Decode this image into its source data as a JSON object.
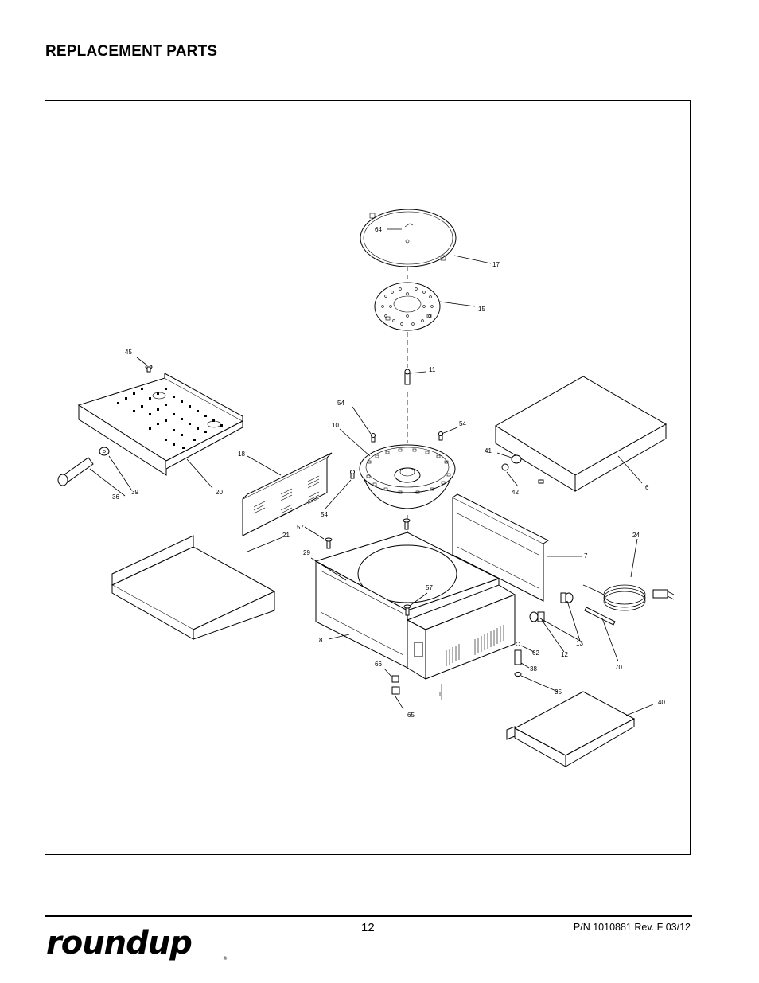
{
  "page": {
    "title": "REPLACEMENT PARTS",
    "page_number": "12",
    "part_number": "P/N 1010881 Rev. F 03/12",
    "brand": "roundup"
  },
  "callouts": [
    {
      "id": "c64",
      "label": "64"
    },
    {
      "id": "c17",
      "label": "17"
    },
    {
      "id": "c15",
      "label": "15"
    },
    {
      "id": "c45",
      "label": "45"
    },
    {
      "id": "c11",
      "label": "11"
    },
    {
      "id": "c54a",
      "label": "54"
    },
    {
      "id": "c10",
      "label": "10"
    },
    {
      "id": "c54b",
      "label": "54"
    },
    {
      "id": "c41",
      "label": "41"
    },
    {
      "id": "c18",
      "label": "18"
    },
    {
      "id": "c36",
      "label": "36"
    },
    {
      "id": "c39",
      "label": "39"
    },
    {
      "id": "c20",
      "label": "20"
    },
    {
      "id": "c42",
      "label": "42"
    },
    {
      "id": "c6",
      "label": "6"
    },
    {
      "id": "c54c",
      "label": "54"
    },
    {
      "id": "c57a",
      "label": "57"
    },
    {
      "id": "c21",
      "label": "21"
    },
    {
      "id": "c24",
      "label": "24"
    },
    {
      "id": "c29",
      "label": "29"
    },
    {
      "id": "c7",
      "label": "7"
    },
    {
      "id": "c57b",
      "label": "57"
    },
    {
      "id": "c8",
      "label": "8"
    },
    {
      "id": "c13",
      "label": "13"
    },
    {
      "id": "c62",
      "label": "62"
    },
    {
      "id": "c12",
      "label": "12"
    },
    {
      "id": "c66",
      "label": "66"
    },
    {
      "id": "c38",
      "label": "38"
    },
    {
      "id": "c70",
      "label": "70"
    },
    {
      "id": "c35",
      "label": "35"
    },
    {
      "id": "c40",
      "label": "40"
    },
    {
      "id": "c65",
      "label": "65"
    }
  ]
}
